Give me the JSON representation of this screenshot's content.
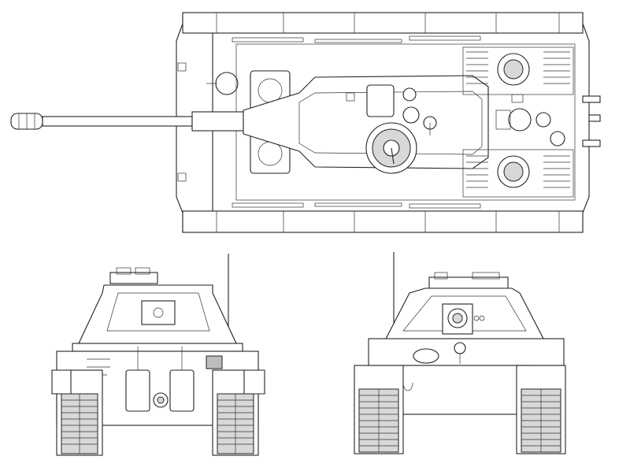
{
  "figure": {
    "views": [
      "top-view",
      "rear-view",
      "front-view"
    ]
  }
}
